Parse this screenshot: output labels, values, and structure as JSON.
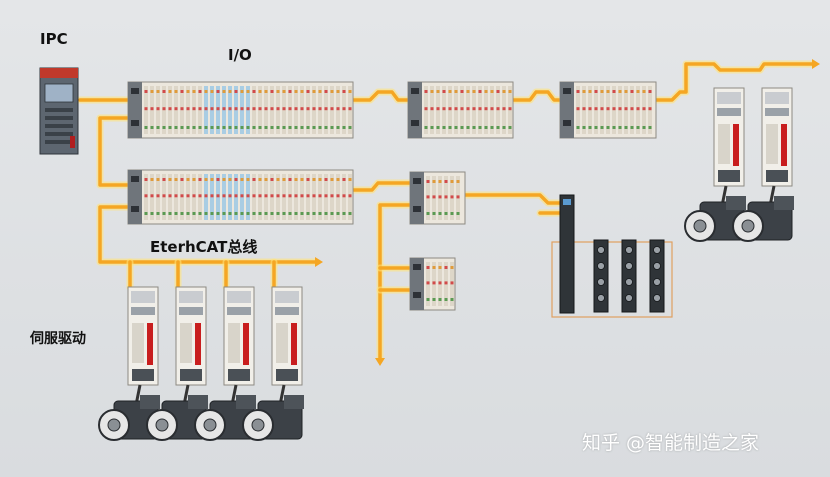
{
  "labels": {
    "ipc": "IPC",
    "io": "I/O",
    "bus": "EterhCAT总线",
    "servo": "伺服驱动"
  },
  "watermark": "知乎 @智能制造之家",
  "colors": {
    "cable": "#f5a623",
    "cable_glow": "#ffe27a",
    "background": "#dfe1e3",
    "group_frame": "#e0a060"
  }
}
